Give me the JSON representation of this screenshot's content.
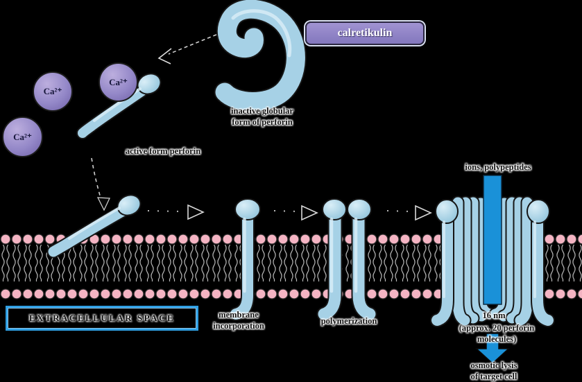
{
  "diagram": {
    "title_box": {
      "label": "calretikulin"
    },
    "ion_label": "Ca²⁺",
    "stages": {
      "inactive_label": "inactive globular\nform of perforin",
      "active_label": "active form perforin",
      "membrane_incorporation_label": "membrane\nincorporation",
      "polymerization_label": "polymerization",
      "pore_channel_label": "ions, polypeptides",
      "pore_size_label": "16 nm",
      "pore_molecules_label": "(approx. 20 perforin molecules)",
      "outcome_label": "osmotic lysis\nof target cell"
    },
    "region_box": {
      "label": "EXTRACELLULAR SPACE"
    },
    "colors": {
      "background": "#000000",
      "perforin_blue": "#a6d1e6",
      "perforin_highlight": "#d7ecf6",
      "membrane_head_pink": "#f4b4c3",
      "membrane_tail_gray": "#b8b8b8",
      "channel_blue": "#1a91d8",
      "calretikulin_fill": "#8d80c5",
      "ca_ion_fill": "#9488c8",
      "region_box_border": "#2f9fe3"
    }
  }
}
